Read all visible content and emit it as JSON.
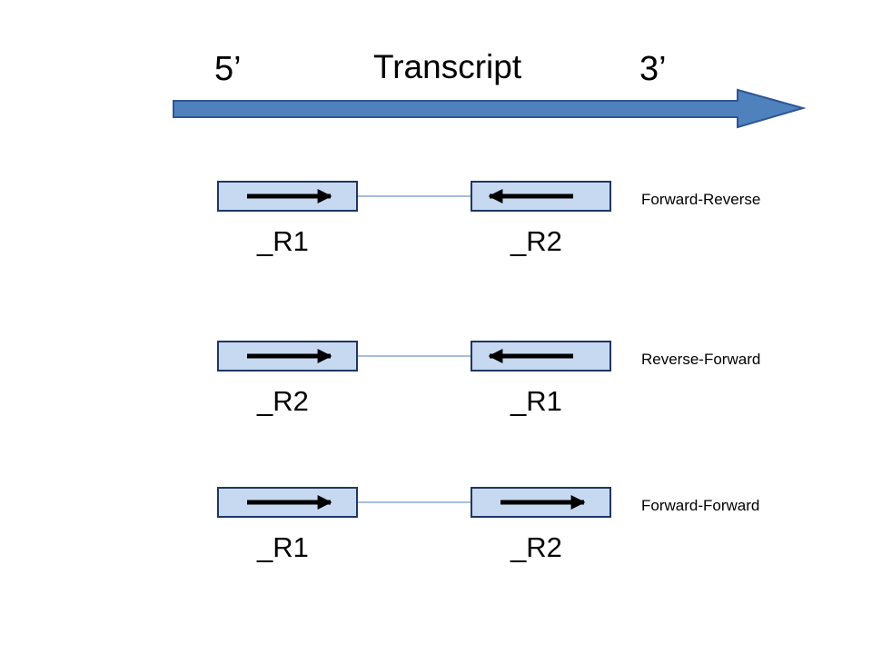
{
  "transcript": {
    "title": "Transcript",
    "five_prime": "5’",
    "three_prime": "3’"
  },
  "colors": {
    "transcript_fill": "#4F81BD",
    "transcript_stroke": "#2F5597",
    "read_fill": "#C6D9F1",
    "read_stroke": "#1F3763",
    "connector": "#4A7EBB",
    "arrow": "#000000"
  },
  "pairs": [
    {
      "orientation": "Forward-Reverse",
      "left_read": {
        "label": "_R1",
        "direction": "right"
      },
      "right_read": {
        "label": "_R2",
        "direction": "left"
      }
    },
    {
      "orientation": "Reverse-Forward",
      "left_read": {
        "label": "_R2",
        "direction": "right"
      },
      "right_read": {
        "label": "_R1",
        "direction": "left"
      }
    },
    {
      "orientation": "Forward-Forward",
      "left_read": {
        "label": "_R1",
        "direction": "right"
      },
      "right_read": {
        "label": "_R2",
        "direction": "right"
      }
    }
  ]
}
